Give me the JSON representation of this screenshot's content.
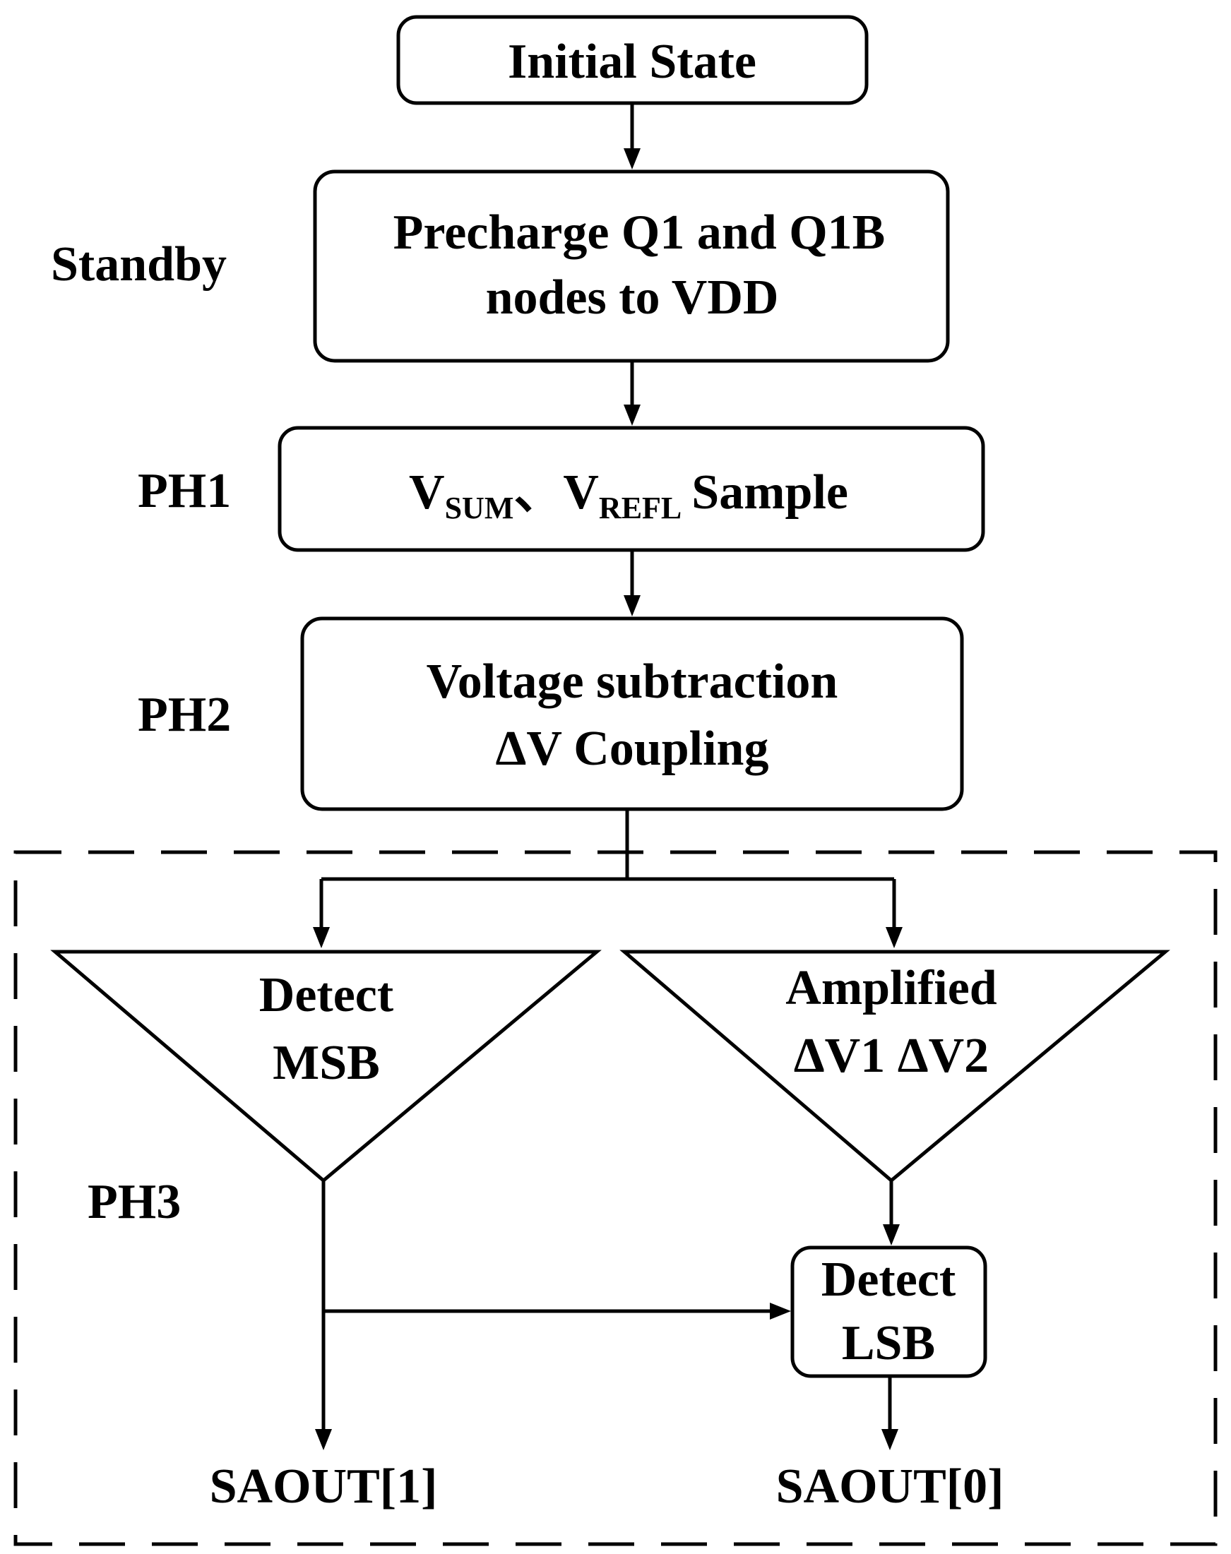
{
  "diagram": {
    "nodes": {
      "initial_state": "Initial State",
      "precharge": {
        "line1": "Precharge Q1 and Q1B",
        "line2": "nodes to VDD"
      },
      "sample": {
        "v1": "V",
        "v1_sub": "SUM",
        "separator": "、",
        "v2": "V",
        "v2_sub": "REFL",
        "tail": "Sample"
      },
      "subtraction": {
        "line1": "Voltage subtraction",
        "line2": "ΔV Coupling"
      },
      "detect_msb": {
        "line1": "Detect",
        "line2": "MSB"
      },
      "amplified": {
        "line1": "Amplified",
        "line2": "ΔV1 ΔV2"
      },
      "detect_lsb": {
        "line1": "Detect",
        "line2": "LSB"
      }
    },
    "phase_labels": {
      "standby": "Standby",
      "ph1": "PH1",
      "ph2": "PH2",
      "ph3": "PH3"
    },
    "outputs": {
      "saout1": "SAOUT[1]",
      "saout0": "SAOUT[0]"
    }
  }
}
